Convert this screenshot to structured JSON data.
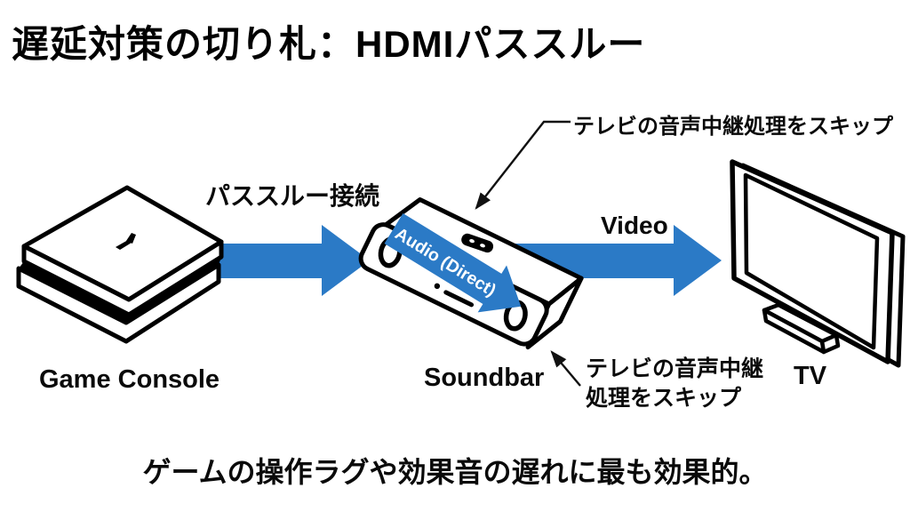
{
  "title": "遅延対策の切り札：HDMIパススルー",
  "caption": "ゲームの操作ラグや効果音の遅れに最も効果的。",
  "colors": {
    "accent_blue": "#2b7ac6",
    "ink": "#000000"
  },
  "devices": {
    "console": {
      "label": "Game Console",
      "icon": "playstation-console-icon"
    },
    "soundbar": {
      "label": "Soundbar",
      "icon": "soundbar-icon"
    },
    "tv": {
      "label": "TV",
      "icon": "tv-icon"
    }
  },
  "flows": {
    "passthrough": {
      "label": "パススルー接続",
      "icon": "flow-arrow-icon"
    },
    "video": {
      "label": "Video",
      "icon": "flow-arrow-icon"
    },
    "audio": {
      "label": "Audio (Direct)",
      "icon": "ribbon-arrow-icon"
    }
  },
  "annotations": {
    "top": {
      "text": "テレビの音声中継処理をスキップ"
    },
    "bottom": {
      "line1": "テレビの音声中継",
      "line2": "処理をスキップ"
    }
  }
}
